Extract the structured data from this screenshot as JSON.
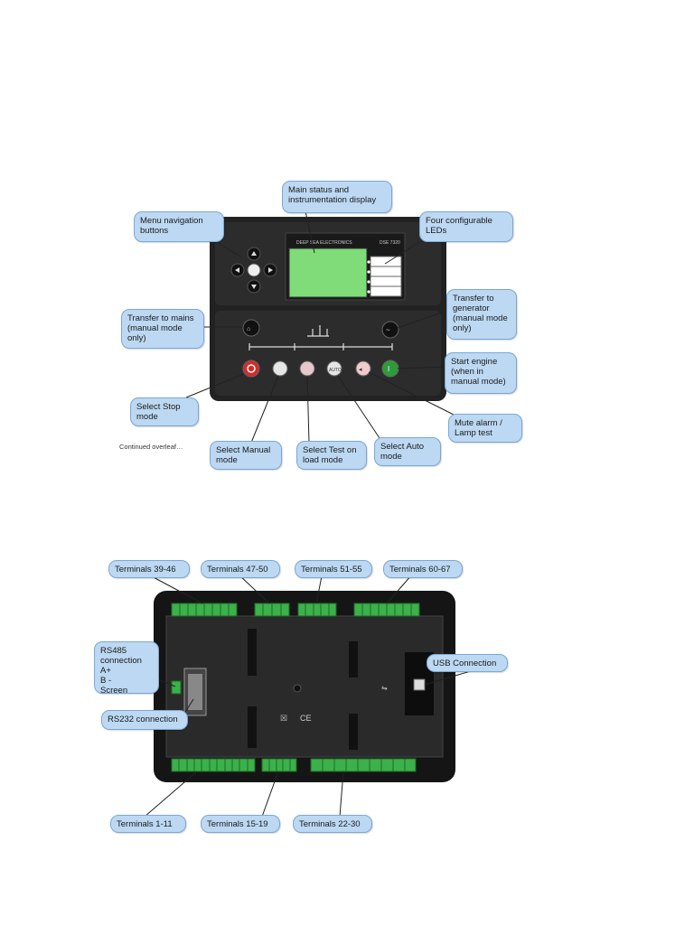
{
  "front_panel": {
    "callouts": {
      "main_display": "Main status and instrumentation display",
      "menu_nav": "Menu navigation buttons",
      "leds": "Four configurable LEDs",
      "transfer_mains": "Transfer to mains (manual mode only)",
      "transfer_gen": "Transfer to generator (manual mode only)",
      "start_engine": "Start engine (when in manual mode)",
      "stop_mode": "Select Stop mode",
      "manual_mode": "Select Manual mode",
      "test_mode": "Select Test on load mode",
      "auto_mode": "Select Auto mode",
      "mute_alarm": "Mute alarm / Lamp test"
    },
    "brand": "DEEP SEA ELECTRONICS",
    "model": "DSE 7320",
    "continued": "Continued overleaf…"
  },
  "rear_panel": {
    "callouts": {
      "t39_46": "Terminals 39-46",
      "t47_50": "Terminals 47-50",
      "t51_55": "Terminals 51-55",
      "t60_67": "Terminals 60-67",
      "rs485": "RS485 connection\nA+\nB -\nScreen",
      "usb": "USB Connection",
      "rs232": "RS232 connection",
      "t1_11": "Terminals 1-11",
      "t15_19": "Terminals 15-19",
      "t22_30": "Terminals 22-30"
    }
  },
  "colors": {
    "callout_fill": "#bcd8f2",
    "panel_dark": "#1e1e1e",
    "lcd_green": "#7fdc78",
    "terminal_green": "#3cb04a",
    "start_green": "#2e9a3a",
    "stop_red": "#d52a2a"
  }
}
